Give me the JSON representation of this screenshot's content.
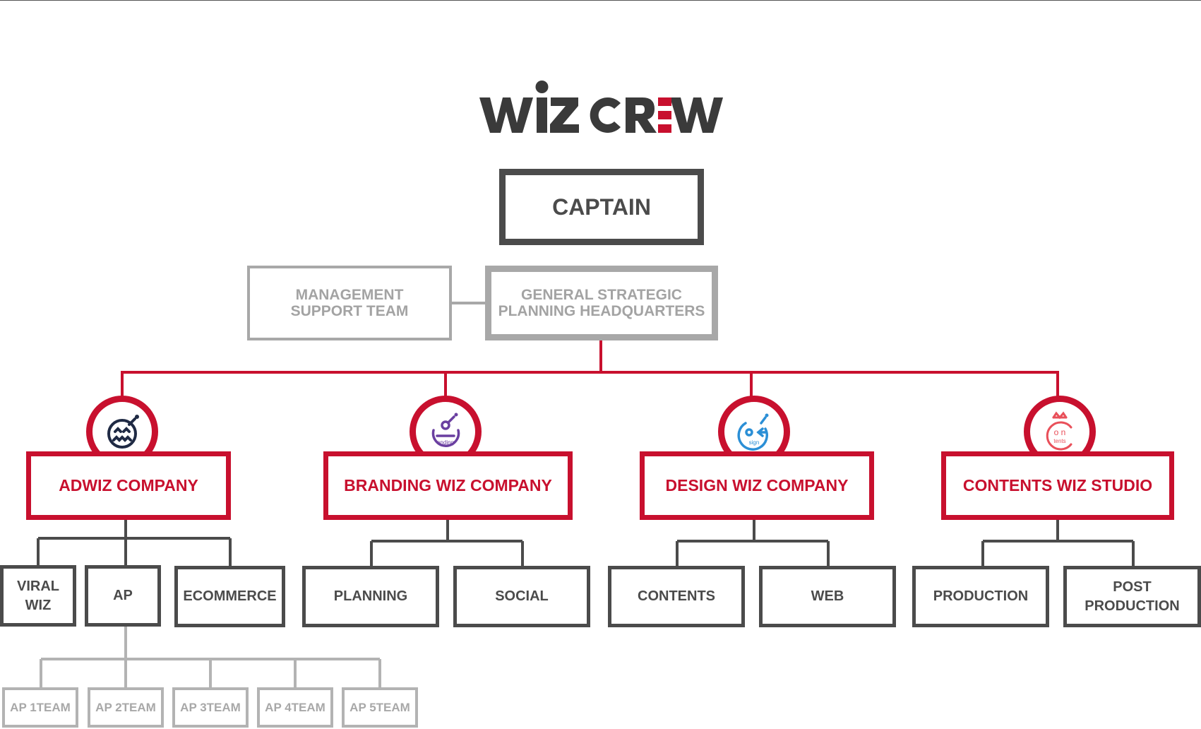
{
  "logo": {
    "wordmark": "WiZ CREW",
    "colors": {
      "dark": "#3a3a3a",
      "accent": "#c8102e"
    }
  },
  "captain": "CAPTAIN",
  "hq": "GENERAL STRATEGIC\nPLANNING HEADQUARTERS",
  "support": "MANAGEMENT\nSUPPORT TEAM",
  "companies": [
    {
      "name": "ADWIZ COMPANY",
      "icon": "adwiz-face-icon",
      "teams": [
        "VIRAL\nWIZ",
        "AP",
        "ECOMMERCE"
      ]
    },
    {
      "name": "BRANDING WIZ COMPANY",
      "icon": "branding-face-icon",
      "teams": [
        "PLANNING",
        "SOCIAL"
      ]
    },
    {
      "name": "DESIGN WIZ COMPANY",
      "icon": "design-face-icon",
      "teams": [
        "CONTENTS",
        "WEB"
      ]
    },
    {
      "name": "CONTENTS WIZ STUDIO",
      "icon": "contents-face-icon",
      "teams": [
        "PRODUCTION",
        "POST\nPRODUCTION"
      ]
    }
  ],
  "ap_teams": [
    "AP 1TEAM",
    "AP 2TEAM",
    "AP 3TEAM",
    "AP 4TEAM",
    "AP 5TEAM"
  ],
  "icon_labels": {
    "branding": "anding",
    "design": "sign",
    "contents_top": "o n",
    "contents_bottom": "tents"
  },
  "colors": {
    "accent": "#c8102e",
    "dark": "#4b4b4b",
    "muted": "#a8a8a8",
    "purple": "#6a3fa0",
    "blue": "#2b8fd6",
    "pink": "#e9505a"
  }
}
